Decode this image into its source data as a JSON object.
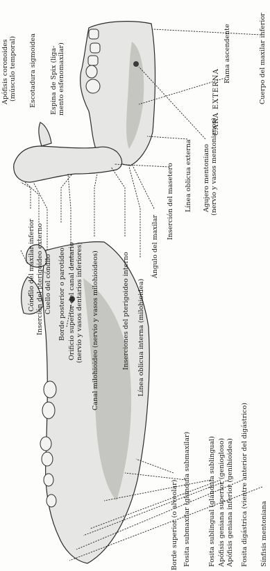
{
  "figure": {
    "top": {
      "title": "CARA EXTERNA",
      "labels": [
        "Cuerpo del maxilar inferior",
        "Rama ascendente",
        "Agujero mentoniano",
        "(nervio y vasos mentonianos)",
        "Línea oblicua externa",
        "Inserción del masetero",
        "Ángulo del maxilar"
      ]
    },
    "middle": {
      "labels": [
        "Cóndilo del maxilar inferior",
        "Inserción del pterigoideo externo",
        "Cuello del cóndilo",
        "Borde posterior o parotídeo",
        "Orificio superior del canal dentario",
        "(nervio y vasos dentarios inferiores)",
        "Canal milohioideo (nervio y vasos milohioideos)",
        "Inserciones del pterigoideo interno",
        "Línea oblicua interna (milohioidea)"
      ]
    },
    "bottom": {
      "labels": [
        "Apófisis coronoides",
        "(músculo temporal)",
        "Escotadura sigmoidea",
        "Espina de Spix (liga-",
        "mento esfenomaxilar)",
        "Borde superior (o alveolar)",
        "Fosita submaxilar (glándula submaxilar)",
        "Fosita sublingual (glándula sublingual)",
        "Apófisis geniana superior (geniogloso)",
        "Apófisis geniana inferior (genihioidea)",
        "Fosita digástrica (vientre anterior del digástrico)",
        "Sínfisis mentoniana"
      ]
    }
  }
}
